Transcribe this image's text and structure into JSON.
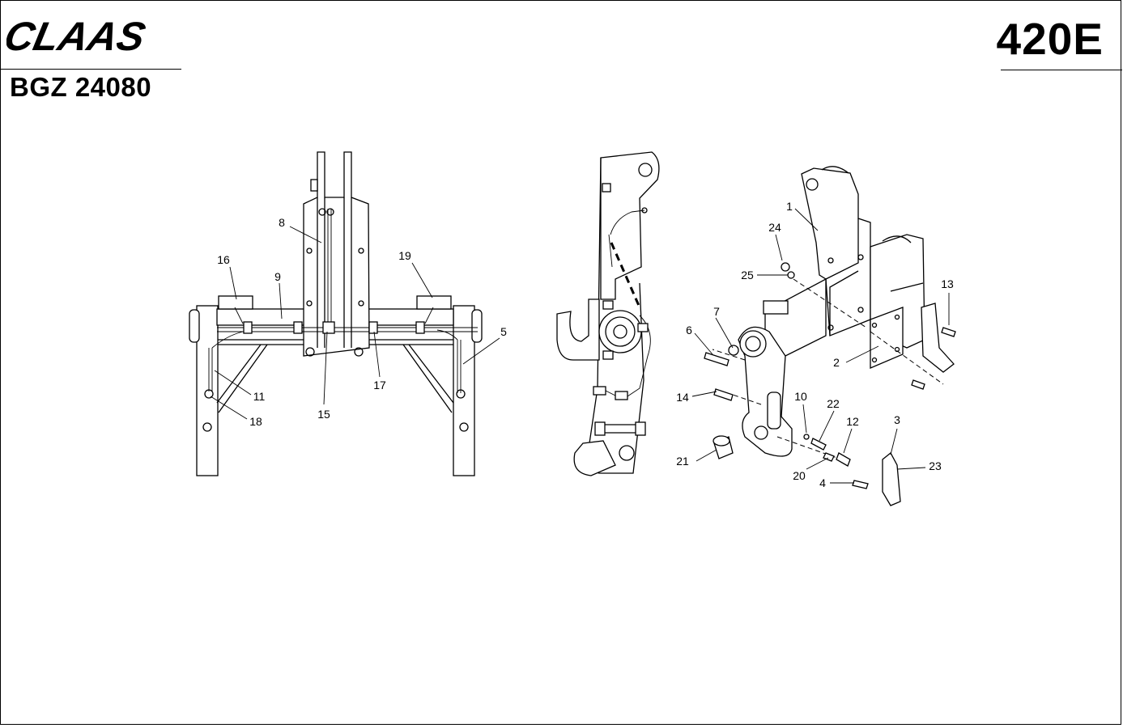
{
  "header": {
    "brand": "CLAAS",
    "document_code": "BGZ 24080",
    "page_number": "420E"
  },
  "callouts": {
    "p1": "1",
    "p2": "2",
    "p3": "3",
    "p4": "4",
    "p5": "5",
    "p6": "6",
    "p7": "7",
    "p8": "8",
    "p9": "9",
    "p10": "10",
    "p11": "11",
    "p12": "12",
    "p13": "13",
    "p14": "14",
    "p15": "15",
    "p16": "16",
    "p17": "17",
    "p18": "18",
    "p19": "19",
    "p20": "20",
    "p21": "21",
    "p22": "22",
    "p23": "23",
    "p24": "24",
    "p25": "25"
  }
}
